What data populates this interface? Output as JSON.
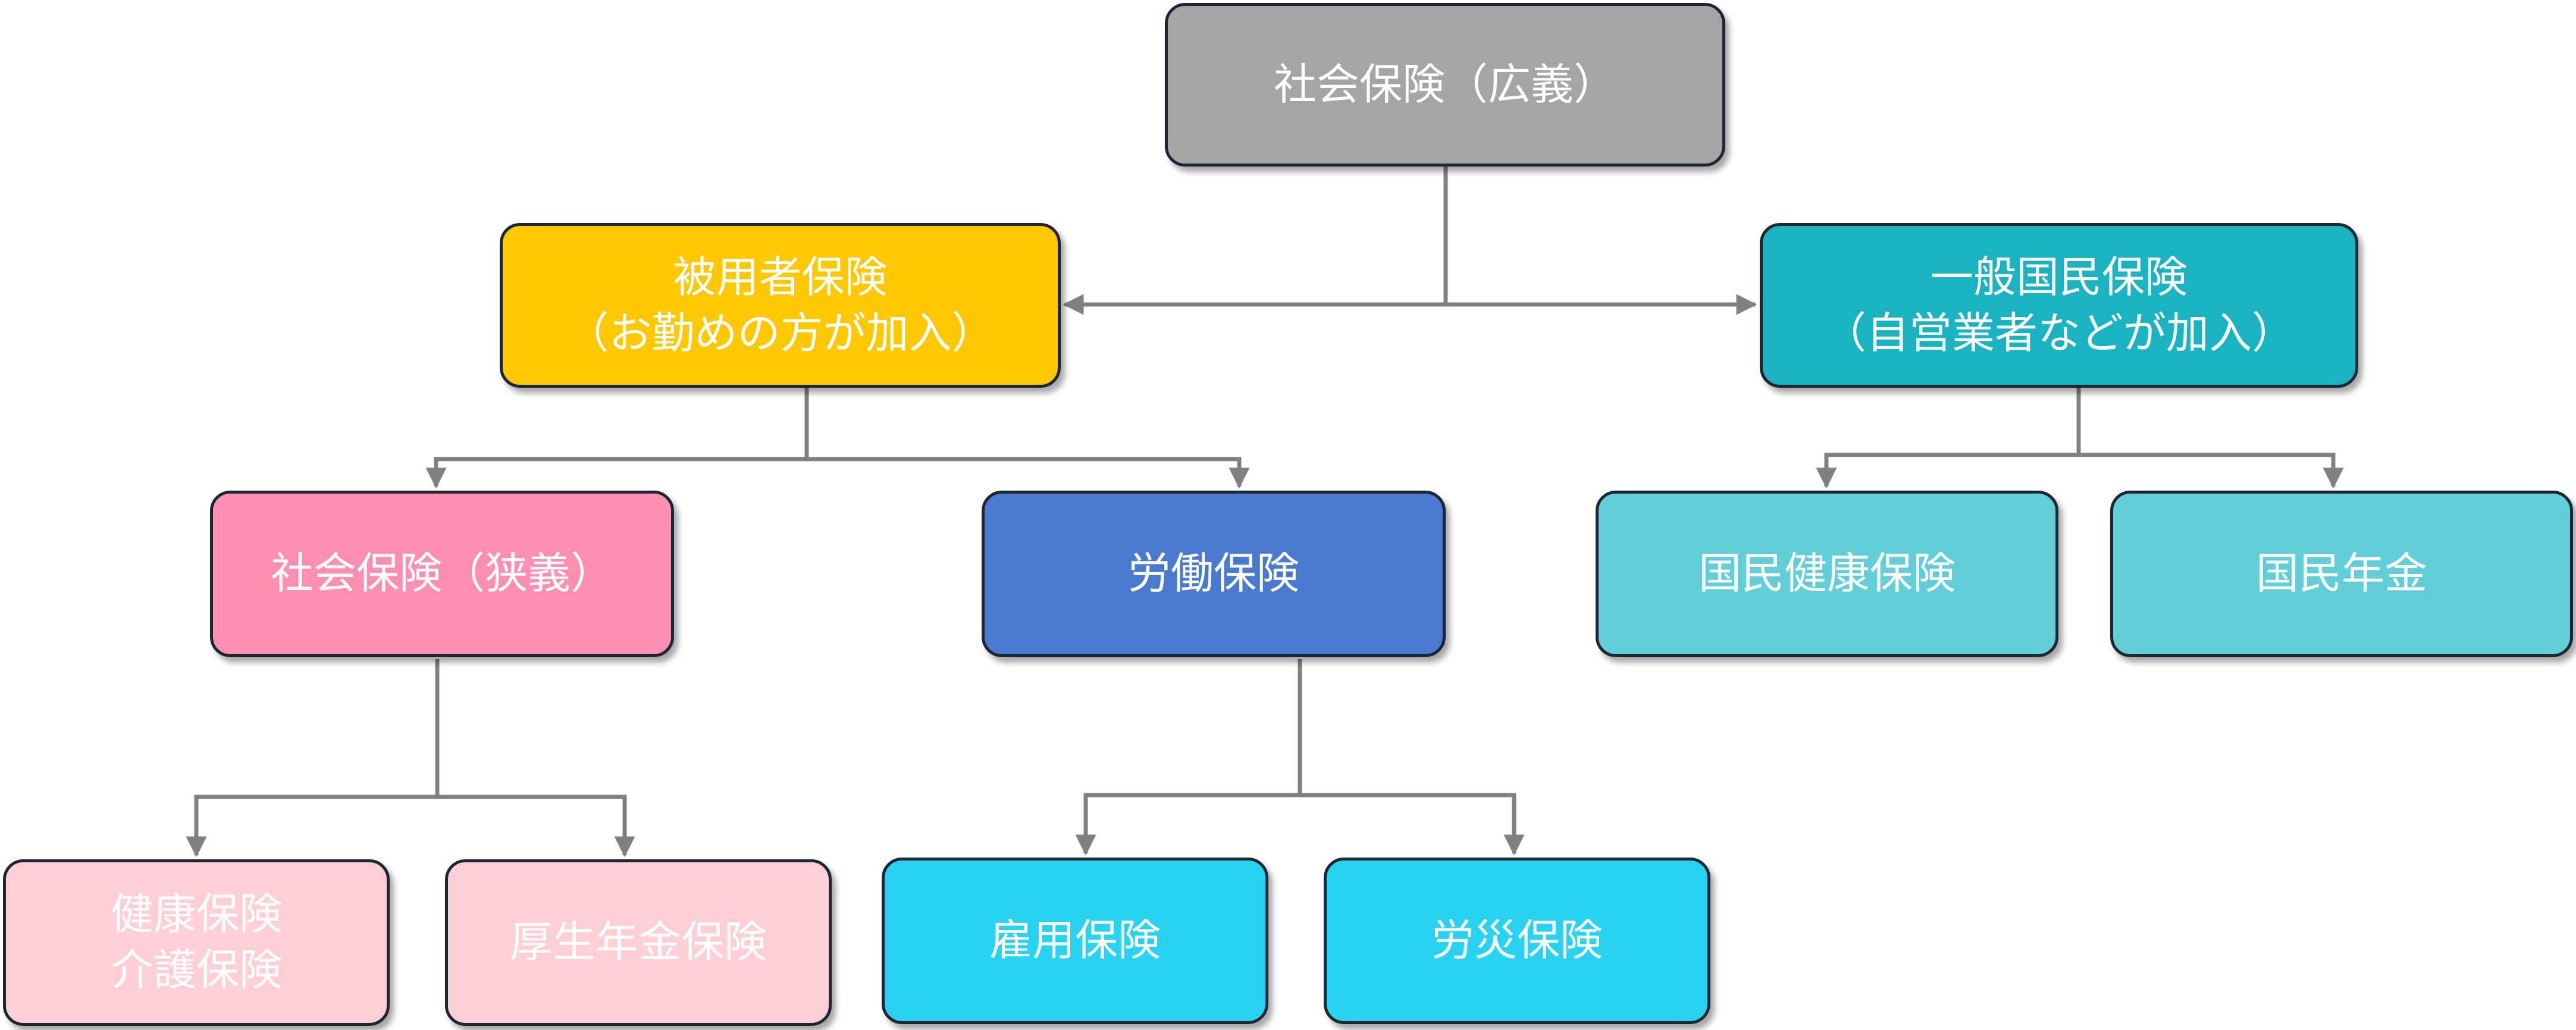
{
  "diagram": {
    "colors": {
      "root": "#a5a5a5",
      "employee": "#ffc800",
      "selfemployed": "#1ab3c2",
      "narrow_social": "#ff8fb0",
      "labor": "#4a79d0",
      "national_child": "#62cfd8",
      "narrow_child": "#ffcfd6",
      "labor_child": "#26d3f0",
      "line": "#808080"
    },
    "nodes": {
      "root": {
        "label": "社会保険（広義）"
      },
      "employee": {
        "label": "被用者保険\n（お勤めの方が加入）"
      },
      "selfemployed": {
        "label": "一般国民保険\n（自営業者などが加入）"
      },
      "narrow_social": {
        "label": "社会保険（狭義）"
      },
      "labor": {
        "label": "労働保険"
      },
      "national_health": {
        "label": "国民健康保険"
      },
      "national_pension": {
        "label": "国民年金"
      },
      "health_care": {
        "label": "健康保険\n介護保険"
      },
      "welfare_pension": {
        "label": "厚生年金保険"
      },
      "employment": {
        "label": "雇用保険"
      },
      "workers_comp": {
        "label": "労災保険"
      }
    }
  }
}
